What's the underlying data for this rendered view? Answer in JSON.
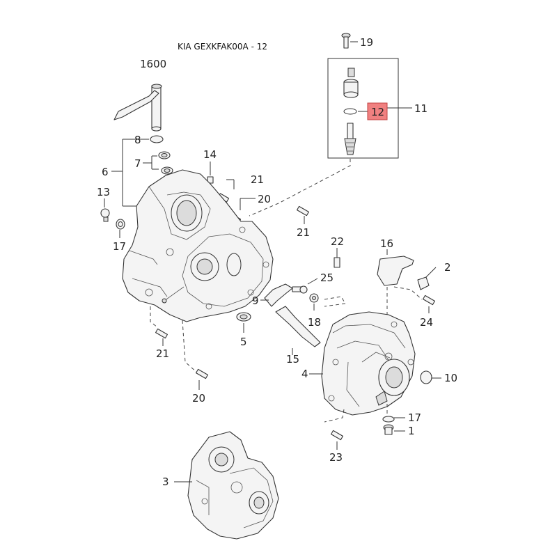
{
  "title": "KIA GEXKFAK00A - 12",
  "highlight_color": "#f08080",
  "callouts": {
    "c1600": "1600",
    "c19": "19",
    "c11": "11",
    "c12": "12",
    "c8": "8",
    "c7": "7",
    "c6": "6",
    "c14": "14",
    "c21a": "21",
    "c20a": "20",
    "c21b": "21",
    "c13": "13",
    "c17a": "17",
    "c22": "22",
    "c16": "16",
    "c2": "2",
    "c25": "25",
    "c9": "9",
    "c18": "18",
    "c24": "24",
    "c5": "5",
    "c21c": "21",
    "c15": "15",
    "c4": "4",
    "c10": "10",
    "c20b": "20",
    "c17b": "17",
    "c1": "1",
    "c23": "23",
    "c3": "3"
  }
}
